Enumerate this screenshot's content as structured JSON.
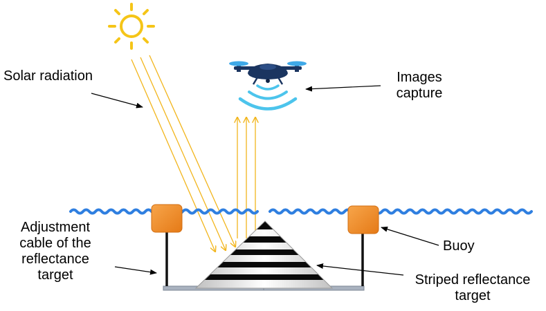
{
  "labels": {
    "solar_radiation": "Solar radiation",
    "images_capture": [
      "Images",
      "capture"
    ],
    "adjustment_cable": [
      "Adjustment",
      "cable of the",
      "reflectance",
      "target"
    ],
    "buoy": "Buoy",
    "striped_target": [
      "Striped reflectance",
      "target"
    ]
  },
  "icons": {
    "sun": "sun-icon",
    "drone": "drone-icon",
    "buoy": "buoy-icon"
  },
  "colors": {
    "sun": "#F5C518",
    "rays": "#F2B51C",
    "water": "#2F7FE0",
    "buoy": "#F08C2A",
    "drone_body": "#1B3560",
    "drone_rotor": "#3FA9E8",
    "signal": "#4CC4EC",
    "stripe_dark": "#0A0A0A",
    "stripe_light": "#F4F4F4",
    "cable": "#111111",
    "base_plate": "#A9B2BF"
  }
}
